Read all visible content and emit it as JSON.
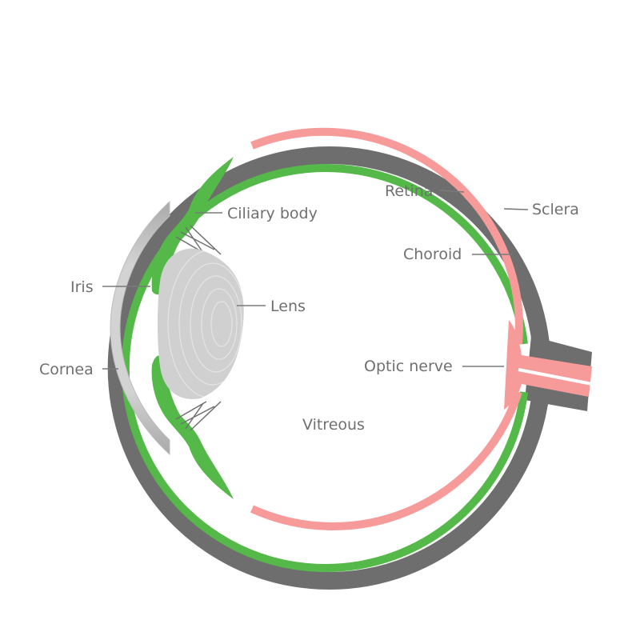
{
  "diagram": {
    "colors": {
      "sclera": "#6e6e6e",
      "choroid": "#54b948",
      "retina": "#f79a9a",
      "lens": "#d0d0d0",
      "cornea": "#cccccc",
      "label": "#707070"
    },
    "labels": {
      "retina": "Retina",
      "sclera": "Sclera",
      "ciliary_body": "Ciliary body",
      "choroid": "Choroid",
      "iris": "Iris",
      "lens": "Lens",
      "cornea": "Cornea",
      "optic_nerve": "Optic nerve",
      "vitreous": "Vitreous"
    }
  }
}
